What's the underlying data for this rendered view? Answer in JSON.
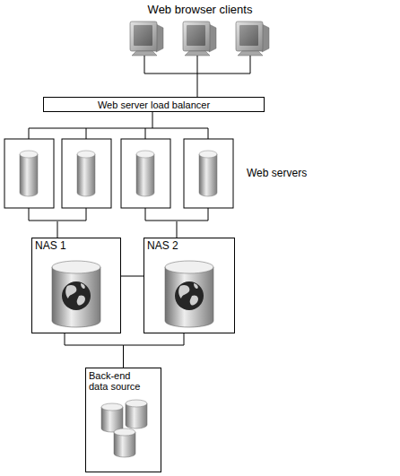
{
  "diagram": {
    "nodes": [
      {
        "text": [
          "Web browser clients"
        ]
      },
      {
        "text": [
          "Web server load balancer"
        ]
      },
      {
        "text": [
          "Web servers"
        ]
      },
      {
        "text": [
          "NAS 1"
        ]
      },
      {
        "text": [
          "NAS 2"
        ]
      },
      {
        "text": [
          "Back-end data source"
        ]
      }
    ],
    "edges": [
      {
        "from": 0,
        "to": 1,
        "arrow": "none"
      },
      {
        "from": 1,
        "to": 2,
        "arrow": "none"
      },
      {
        "from": 2,
        "to": 3,
        "arrow": "none"
      },
      {
        "from": 2,
        "to": 4,
        "arrow": "none"
      },
      {
        "from": 3,
        "to": 4,
        "arrow": "none"
      },
      {
        "from": 3,
        "to": 5,
        "arrow": "none"
      },
      {
        "from": 4,
        "to": 5,
        "arrow": "none"
      }
    ]
  }
}
